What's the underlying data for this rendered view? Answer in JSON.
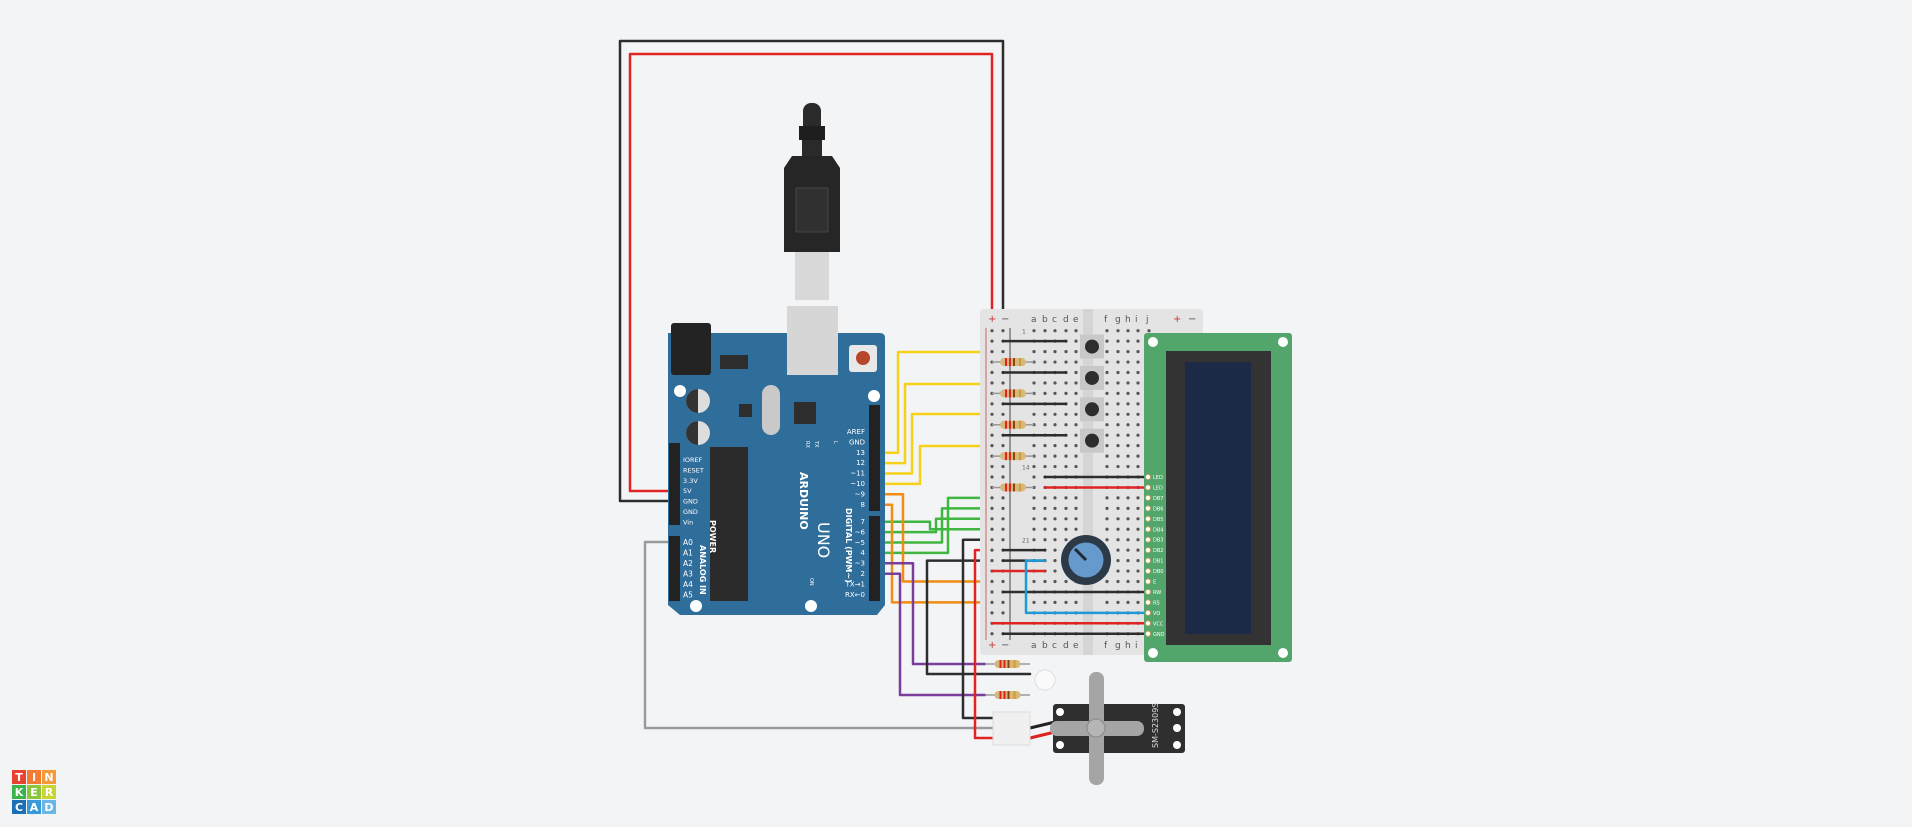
{
  "arduino": {
    "brand": "ARDUINO",
    "model": "UNO",
    "power_header": "POWER",
    "analog_header": "ANALOG IN",
    "digital_header": "DIGITAL (PWM~)",
    "power_pins": [
      "IOREF",
      "RESET",
      "3.3V",
      "5V",
      "GND",
      "GND",
      "Vin"
    ],
    "analog_pins": [
      "A0",
      "A1",
      "A2",
      "A3",
      "A4",
      "A5"
    ],
    "digital_pins_top": [
      "AREF",
      "GND",
      "13",
      "12",
      "~11",
      "~10",
      "~9",
      "8"
    ],
    "digital_pins_bottom": [
      "7",
      "~6",
      "~5",
      "4",
      "~3",
      "2",
      "TX→1",
      "RX←0"
    ],
    "leds": [
      "RX",
      "TX",
      "L",
      "ON"
    ],
    "board_color": "#2f6d9b"
  },
  "breadboard": {
    "columns_left": [
      "a",
      "b",
      "c",
      "d",
      "e"
    ],
    "columns_right": [
      "f",
      "g",
      "h",
      "i",
      "j"
    ],
    "rail_plus": "+",
    "rail_minus": "−",
    "row_numbers": [
      "1",
      "14",
      "21"
    ]
  },
  "lcd": {
    "pins": [
      "LED",
      "LED",
      "DB7",
      "DB6",
      "DB5",
      "DB4",
      "DB3",
      "DB2",
      "DB1",
      "DB0",
      "E",
      "RW",
      "RS",
      "VO",
      "VCC",
      "GND"
    ],
    "board_color": "#52a66c",
    "screen_color": "#1c2a48"
  },
  "servo": {
    "model": "SM-S2309S"
  },
  "wire_colors": {
    "yellow": "#f7d117",
    "green": "#3fb63f",
    "orange": "#f28c12",
    "purple": "#7a3d9a",
    "red": "#e02424",
    "black": "#2d2d2d",
    "gray": "#9a9a9a",
    "blue": "#1e9ad6"
  },
  "logo": {
    "letters": [
      "T",
      "I",
      "N",
      "K",
      "E",
      "R",
      "C",
      "A",
      "D"
    ],
    "colors": [
      "#e8432e",
      "#f47b31",
      "#f59a3a",
      "#3bb54a",
      "#8cc63f",
      "#c9d534",
      "#1a6fb6",
      "#3a9ad9",
      "#6ab6e4"
    ]
  }
}
